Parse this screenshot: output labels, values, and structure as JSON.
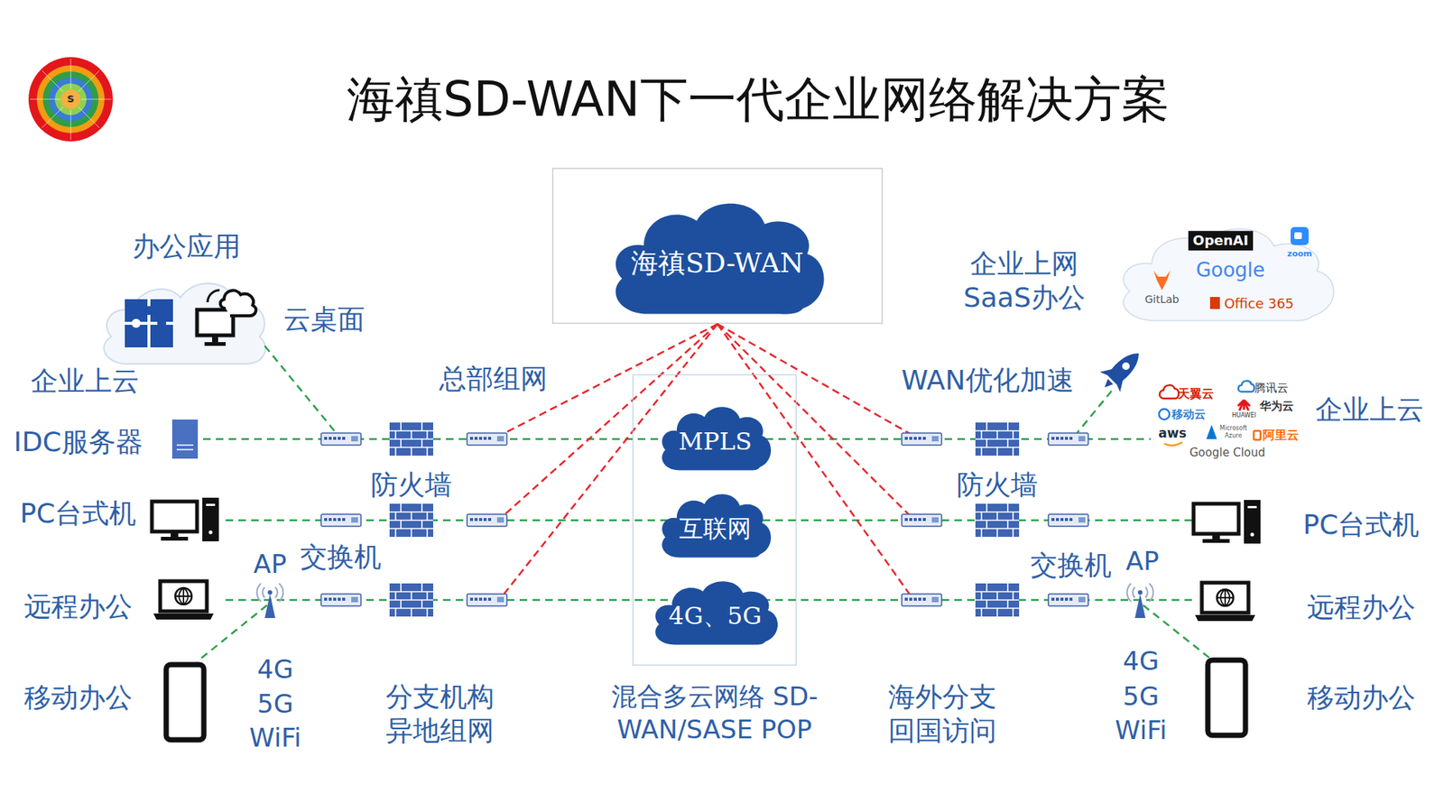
{
  "diagram": {
    "title": "海禛SD-WAN下一代企业网络解决方案",
    "nodes": [
      {
        "text": [
          "海禛SD-WAN"
        ]
      },
      {
        "text": [
          "混合多云网络 SD-WAN/SASE POP"
        ]
      },
      {
        "text": [
          "MPLS"
        ],
        "in": 1
      },
      {
        "text": [
          "互联网"
        ],
        "in": 1
      },
      {
        "text": [
          "4G、5G"
        ],
        "in": 1
      },
      {
        "text": [
          "OpenAI",
          "zoom",
          "GitLab",
          "Google",
          "Office 365"
        ]
      }
    ],
    "labels": [
      "S",
      "办公应用",
      "云桌面",
      "企业上云",
      "IDC服务器",
      "PC台式机",
      "远程办公",
      "移动办公",
      "AP",
      "交换机",
      "4G",
      "5G",
      "WiFi",
      "防火墙",
      "总部组网",
      "分支机构 异地组网",
      "企业上网 SaaS办公",
      "WAN优化加速",
      "天翼云",
      "腾讯云",
      "移动云",
      "华为云",
      "HUAWEI",
      "aws",
      "Microsoft Azure",
      "阿里云",
      "Google Cloud",
      "企业上云",
      "防火墙",
      "交换机",
      "AP",
      "PC台式机",
      "远程办公",
      "移动办公",
      "4G",
      "5G",
      "WiFi",
      "海外分支 回国访问"
    ]
  }
}
